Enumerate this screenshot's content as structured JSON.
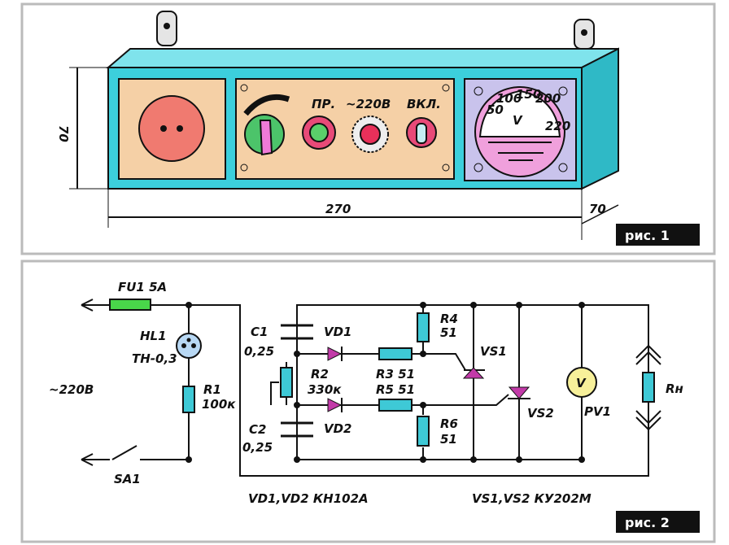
{
  "figure1": {
    "caption": "рис. 1",
    "dim_height": "70",
    "dim_width": "270",
    "dim_depth": "70",
    "panel_labels": {
      "fuse": "ПР.",
      "lamp": "~220В",
      "switch": "ВКЛ."
    },
    "meter_symbol": "V",
    "meter_scale": [
      "50",
      "100",
      "150",
      "200",
      "220"
    ],
    "colors": {
      "case": "#3ccfdc",
      "socket_panel": "#f5d0a6",
      "meter": "#c9c3ec",
      "meter_dial": "#f0a0dc",
      "socket": "#f07a70"
    }
  },
  "figure2": {
    "caption": "рис. 2",
    "mains": "~220В",
    "components": {
      "FU1": "FU1  5A",
      "HL1": "HL1",
      "HL1_type": "ТН-0,3",
      "R1": "R1",
      "R1_value": "100к",
      "SA1": "SA1",
      "C1": "C1",
      "C1_value": "0,25",
      "C2": "C2",
      "C2_value": "0,25",
      "VD1": "VD1",
      "VD2": "VD2",
      "R2": "R2",
      "R2_value": "330к",
      "R3": "R3 51",
      "R5": "R5 51",
      "R4": "R4",
      "R4_value": "51",
      "R6": "R6",
      "R6_value": "51",
      "VS1": "VS1",
      "VS2": "VS2",
      "PV1": "PV1",
      "PV1_symbol": "V",
      "Rload": "Rн"
    },
    "notes": {
      "diodes": "VD1,VD2  КН102А",
      "thyristors": "VS1,VS2  КУ202М"
    },
    "colors": {
      "resistor": "#3ec9d6",
      "diode": "#c23aa8",
      "fuse": "#49d64a"
    }
  }
}
